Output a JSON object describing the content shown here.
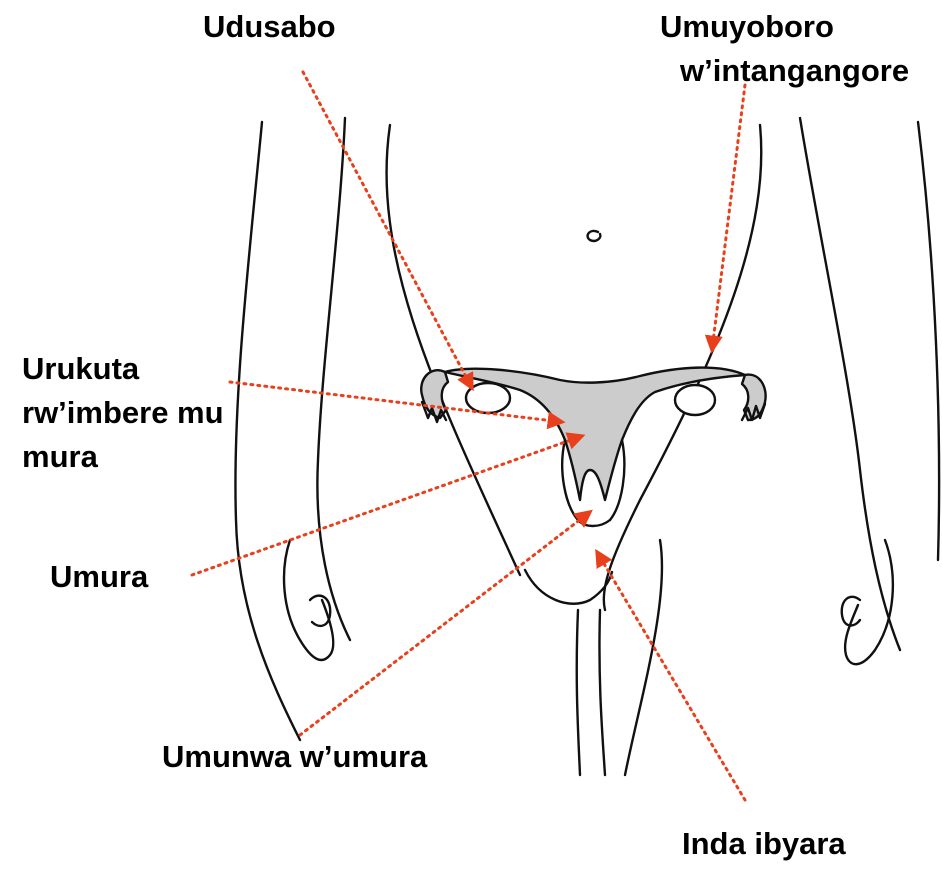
{
  "colors": {
    "pointer": "#e8401c",
    "organ_fill": "#cccccc",
    "outline": "#111111"
  },
  "labels": {
    "ovaries": "Udusabo",
    "fallopian_tube_line1": "Umuyoboro",
    "fallopian_tube_line2": "w’intangangore",
    "vaginal_wall_line1": "Urukuta",
    "vaginal_wall_line2": "rw’imbere mu",
    "vaginal_wall_line3": "mura",
    "uterus": "Umura",
    "cervix": "Umunwa w’umura",
    "vagina": "Inda ibyara"
  }
}
